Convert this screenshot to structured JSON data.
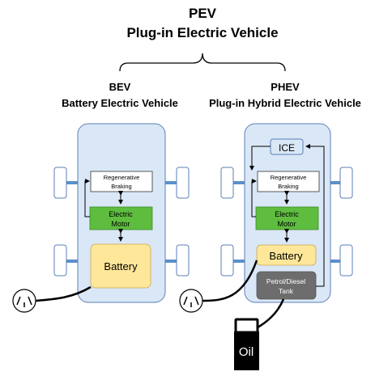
{
  "header": {
    "title": "PEV",
    "subtitle": "Plug-in Electric Vehicle"
  },
  "bev": {
    "title": "BEV",
    "subtitle": "Battery Electric Vehicle",
    "regen_line1": "Regenerative",
    "regen_line2": "Braking",
    "motor_line1": "Electric",
    "motor_line2": "Motor",
    "battery": "Battery"
  },
  "phev": {
    "title": "PHEV",
    "subtitle": "Plug-in Hybrid Electric Vehicle",
    "ice": "ICE",
    "regen_line1": "Regenerative",
    "regen_line2": "Braking",
    "motor_line1": "Electric",
    "motor_line2": "Motor",
    "battery": "Battery",
    "tank_line1": "Petrol/Diesel",
    "tank_line2": "Tank"
  },
  "oil_can": {
    "label": "Oil"
  },
  "colors": {
    "car_body": "#dae7f6",
    "car_border": "#5b7fb5",
    "motor_green": "#5ebd3e",
    "battery_yellow": "#ffe79a",
    "tank_gray": "#6d6d6d",
    "axle_blue": "#5b8fc9"
  }
}
